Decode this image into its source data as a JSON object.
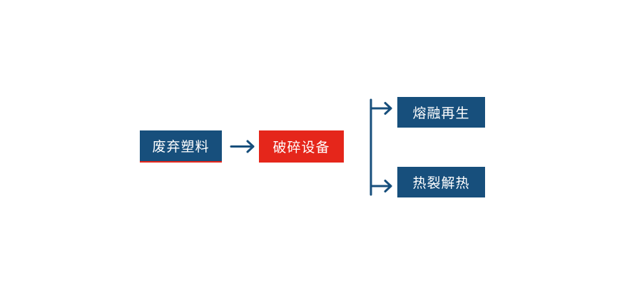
{
  "page": {
    "background_color": "#ffffff"
  },
  "diagram": {
    "type": "flowchart",
    "arrow_color": "#174f7c",
    "colors": {
      "node_blue": "#174f7c",
      "node_red": "#e5261b",
      "node_text": "#ffffff"
    },
    "nodes": [
      {
        "id": "waste-plastic",
        "label": "废弃塑料",
        "fill": "#174f7c"
      },
      {
        "id": "crushing-equipment",
        "label": "破碎设备",
        "fill": "#e5261b"
      },
      {
        "id": "melt-regeneration",
        "label": "熔融再生",
        "fill": "#174f7c"
      },
      {
        "id": "pyrolysis-heat",
        "label": "热裂解热",
        "fill": "#174f7c"
      }
    ],
    "edges": [
      {
        "from": "waste-plastic",
        "to": "crushing-equipment"
      },
      {
        "from": "crushing-equipment",
        "to": "melt-regeneration"
      },
      {
        "from": "crushing-equipment",
        "to": "pyrolysis-heat"
      }
    ]
  }
}
